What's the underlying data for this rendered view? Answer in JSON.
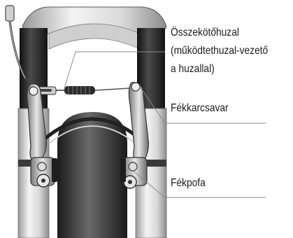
{
  "labels": {
    "link_cable_line1": "Összekötőhuzal",
    "link_cable_line2": "(működtethuzal-vezető",
    "link_cable_line3": "a huzallal)",
    "brake_arm_bolt": "Fékkarcsavar",
    "brake_pad": "Fékpofa"
  },
  "colors": {
    "background": "#ffffff",
    "fork_light": "#e6e6e6",
    "fork_dark": "#2a2a2a",
    "tire": "#3a3a3a",
    "leader_line": "#888888",
    "text": "#1a1a1a"
  }
}
